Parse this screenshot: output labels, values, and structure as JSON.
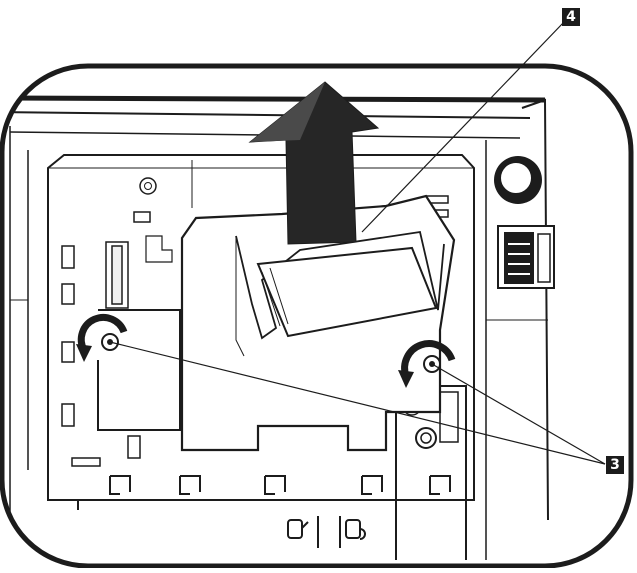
{
  "figure": {
    "callouts": [
      {
        "id": "4",
        "label": "4"
      },
      {
        "id": "3",
        "label": "3"
      }
    ],
    "colors": {
      "line": "#1c1c1c",
      "fill_dark": "#2a2a2a",
      "fill_light": "#ffffff",
      "shade": "#e9e9e9",
      "shade_dark": "#bdbdbd"
    }
  }
}
